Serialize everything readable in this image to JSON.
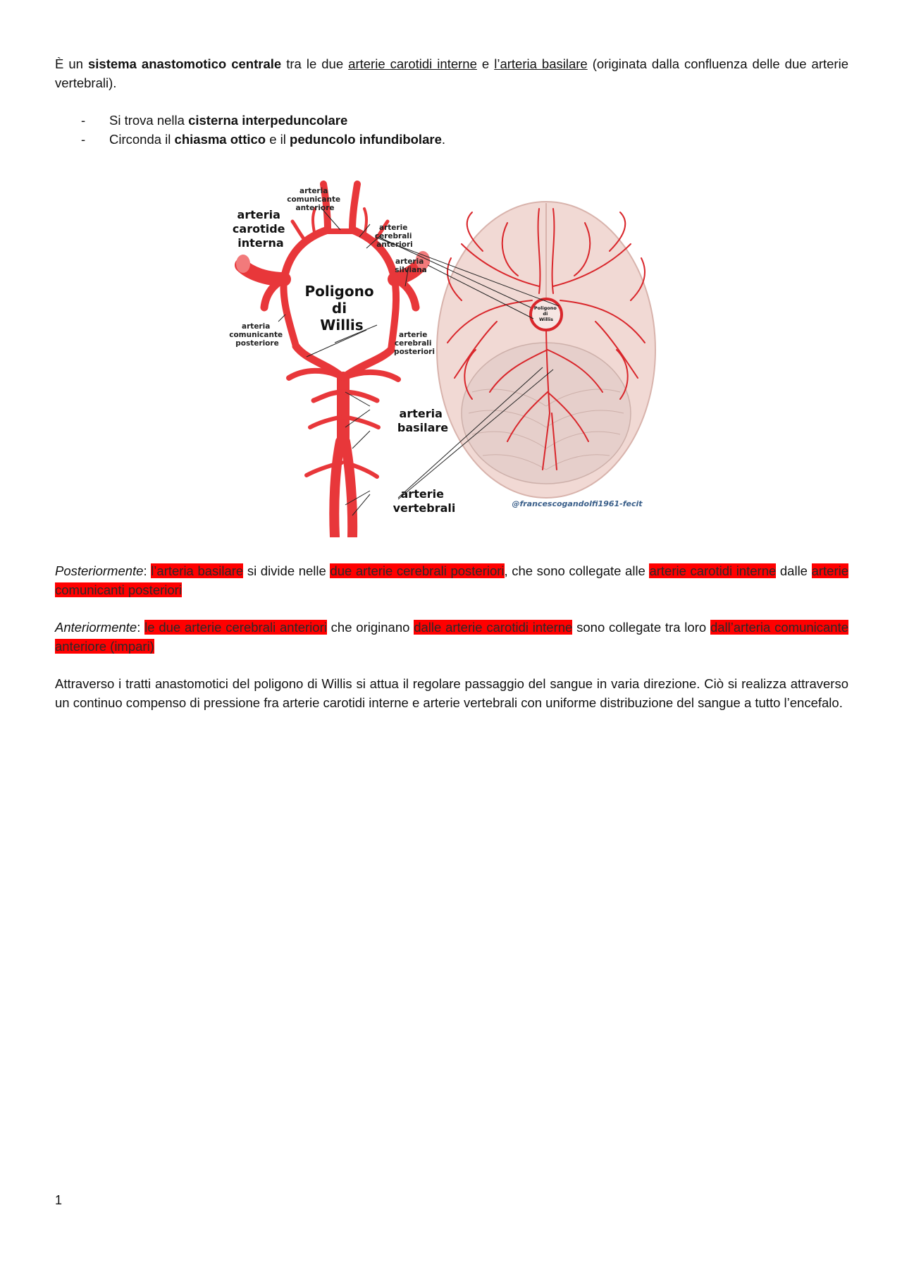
{
  "intro": {
    "p1": "È un ",
    "b1": "sistema anastomotico centrale",
    "p2": " tra le due ",
    "u1": "arterie carotidi interne",
    "p3": " e ",
    "u2": "l’arteria basilare",
    "p4": " (originata dalla confluenza delle due arterie vertebrali)."
  },
  "bullets": [
    {
      "dash": "-",
      "pre": "Si trova nella ",
      "b": "cisterna interpeduncolare",
      "post": ""
    },
    {
      "dash": "-",
      "pre": "Circonda il ",
      "b": "chiasma ottico",
      "mid": " e il ",
      "b2": "peduncolo infundibolare",
      "post": "."
    }
  ],
  "figure": {
    "labels": {
      "arteria_comunicante_anteriore": [
        "arteria",
        "comunicante",
        "anteriore"
      ],
      "arteria_carotide_interna": [
        "arteria",
        "carotide",
        "interna"
      ],
      "arterie_cerebrali_anteriori": [
        "arterie",
        "cerebrali",
        "anteriori"
      ],
      "arteria_silviana": [
        "arteria",
        "silviana"
      ],
      "poligono_di_willis": [
        "Poligono",
        "di",
        "Willis"
      ],
      "arteria_comunicante_posteriore": [
        "arteria",
        "comunicante",
        "posteriore"
      ],
      "arterie_cerebrali_posteriori": [
        "arterie",
        "cerebrali",
        "posteriori"
      ],
      "arteria_basilare": [
        "arteria",
        "basilare"
      ],
      "arterie_vertebrali": [
        "arterie",
        "vertebrali"
      ],
      "brain_label": [
        "Poligono",
        "di",
        "Willis"
      ]
    },
    "credit": "@francescogandolfi1961-fecit"
  },
  "posterior": {
    "label": "Posteriormente",
    "colon": ": ",
    "h1": "l’arteria basilare",
    "t1": " si divide nelle ",
    "h2": "due arterie cerebrali posteriori",
    "t2": ", che sono collegate alle ",
    "h3": "arterie carotidi interne",
    "t3": " dalle ",
    "h4": "arterie comunicanti posteriori"
  },
  "anterior": {
    "label": "Anteriormente",
    "colon": ": ",
    "h1": "le due arterie cerebrali anteriori",
    "t1": " che originano ",
    "h2": "dalle arterie carotidi interne",
    "t2": " sono collegate tra loro ",
    "h3": "dall’arteria comunicante anteriore (impari)"
  },
  "closing": "Attraverso i tratti anastomotici del poligono di Willis si attua il regolare passaggio del sangue in varia direzione. Ciò si realizza attraverso un continuo compenso di pressione fra arterie carotidi interne e arterie vertebrali con uniforme distribuzione del sangue a tutto l’encefalo.",
  "page_number": "1",
  "colors": {
    "highlight": "#ff0000",
    "artery": "#e8373a",
    "brain": "#f1d9d4"
  }
}
